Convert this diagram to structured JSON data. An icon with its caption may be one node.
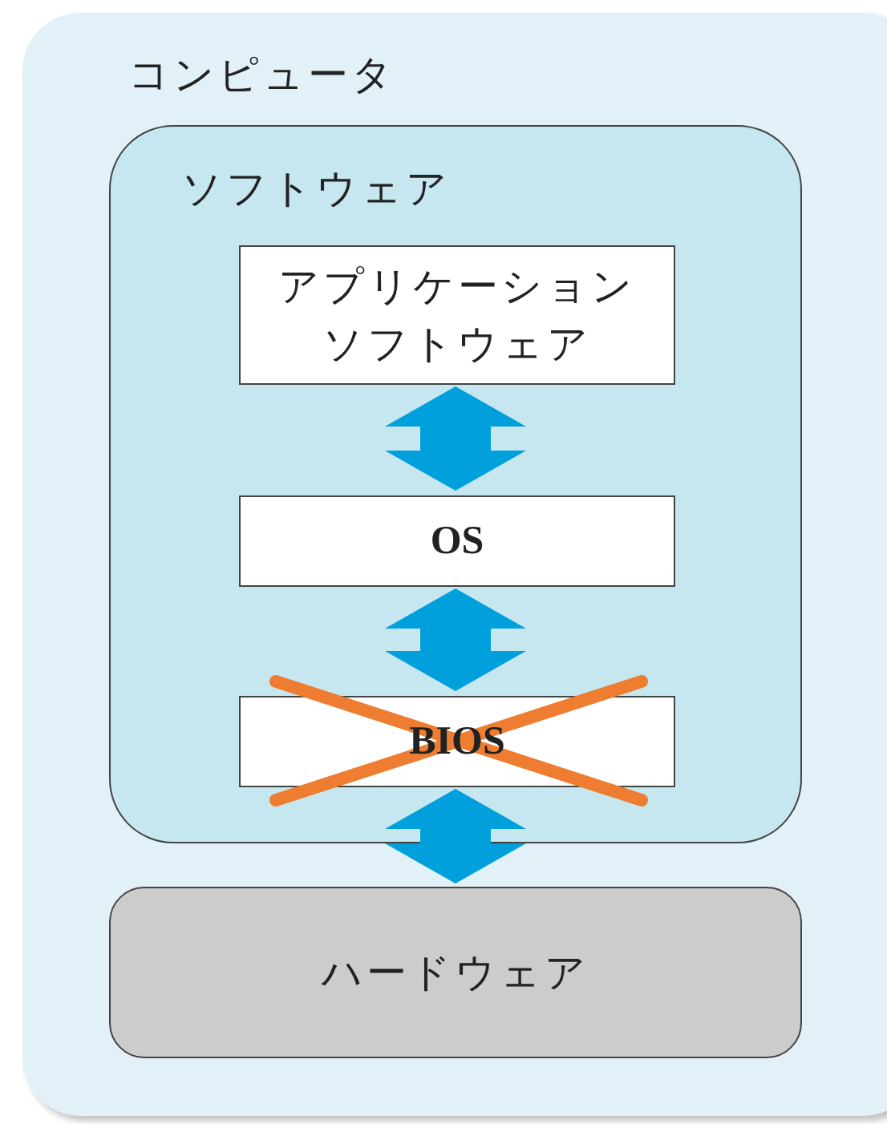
{
  "diagram": {
    "nodes": [
      {
        "text": [
          "コンピュータ"
        ]
      },
      {
        "text": [
          "ソフトウェア"
        ],
        "in": 0
      },
      {
        "text": [
          "アプリケーションソフトウェア"
        ],
        "in": 1
      },
      {
        "text": [
          "OS"
        ],
        "in": 1
      },
      {
        "text": [
          "BIOS"
        ],
        "in": 1
      },
      {
        "text": [
          "ハードウェア"
        ],
        "in": 0
      }
    ],
    "edges": [
      {
        "from": 2,
        "to": 3,
        "arrow": "both",
        "style": "thick",
        "color": "#00a0dc"
      },
      {
        "from": 3,
        "to": 4,
        "arrow": "both",
        "style": "thick",
        "color": "#00a0dc"
      },
      {
        "from": 4,
        "to": 5,
        "arrow": "both",
        "style": "thick",
        "color": "#00a0dc"
      }
    ]
  }
}
